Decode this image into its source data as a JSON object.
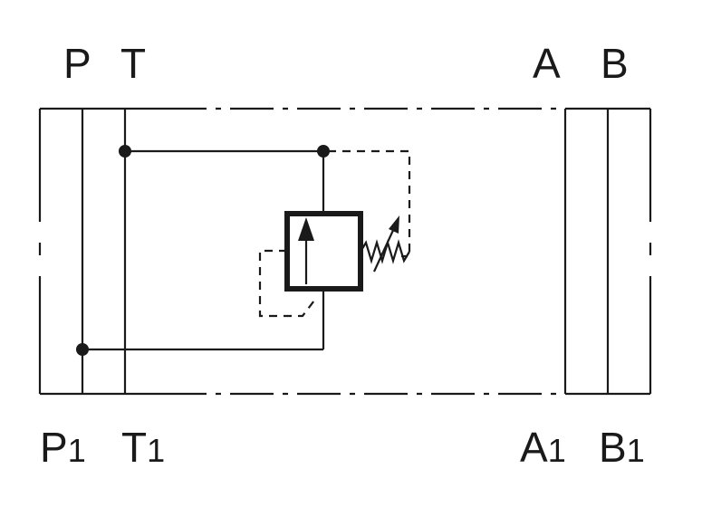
{
  "ports_top": {
    "P": "P",
    "T": "T",
    "A": "A",
    "B": "B"
  },
  "ports_bottom": {
    "P1": {
      "letter": "P",
      "sub": "1"
    },
    "T1": {
      "letter": "T",
      "sub": "1"
    },
    "A1": {
      "letter": "A",
      "sub": "1"
    },
    "B1": {
      "letter": "B",
      "sub": "1"
    }
  },
  "colors": {
    "line": "#1a1a1a",
    "background": "#ffffff"
  }
}
